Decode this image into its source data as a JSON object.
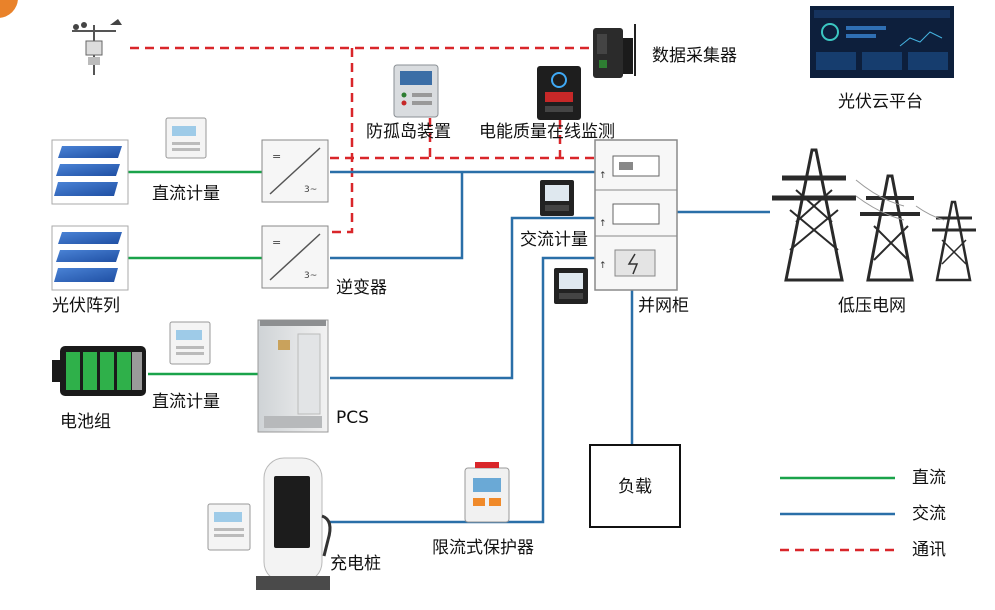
{
  "labels": {
    "data_collector": "数据采集器",
    "cloud_platform": "光伏云平台",
    "anti_islanding": "防孤岛装置",
    "power_quality": "电能质量在线监测",
    "dc_meter_top": "直流计量",
    "pv_array": "光伏阵列",
    "inverter": "逆变器",
    "ac_meter": "交流计量",
    "grid_cabinet": "并网柜",
    "low_voltage_grid": "低压电网",
    "battery": "电池组",
    "dc_meter_bottom": "直流计量",
    "pcs": "PCS",
    "load": "负载",
    "charger": "充电桩",
    "limiter": "限流式保护器"
  },
  "legend": [
    {
      "label": "直流",
      "color": "#1aa34a",
      "style": "solid"
    },
    {
      "label": "交流",
      "color": "#2a6fa8",
      "style": "solid"
    },
    {
      "label": "通讯",
      "color": "#d9262a",
      "style": "dashed"
    }
  ],
  "colors": {
    "dc": "#1aa34a",
    "ac": "#2a6fa8",
    "comm": "#d9262a",
    "accent": "#e9822a"
  },
  "icons": {
    "inverter": "inverter-icon",
    "meter": "meter-icon",
    "pv": "solar-panel-icon",
    "battery": "battery-icon",
    "tower": "transmission-tower-icon",
    "charger": "ev-charger-icon"
  }
}
